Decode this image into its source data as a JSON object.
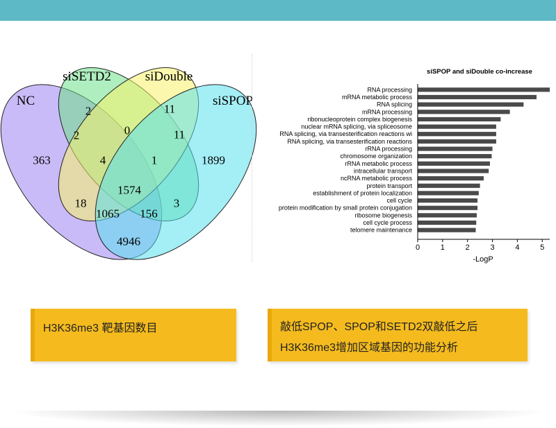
{
  "colors": {
    "top_bar": "#5db9c6",
    "caption_bg": "#f5bb1e",
    "caption_accent": "#e9a80d",
    "bar": "#4a4a4a"
  },
  "venn": {
    "sets": [
      {
        "name": "NC",
        "color": "#9d83f0"
      },
      {
        "name": "siSETD2",
        "color": "#6ee08a"
      },
      {
        "name": "siDouble",
        "color": "#f8f36a"
      },
      {
        "name": "siSPOP",
        "color": "#5ae0ee"
      }
    ],
    "regions": [
      {
        "sets": "NC",
        "value": "363"
      },
      {
        "sets": "siSETD2",
        "value": "2"
      },
      {
        "sets": "siDouble",
        "value": "11"
      },
      {
        "sets": "siSPOP",
        "value": "1899"
      },
      {
        "sets": "NC∩siSETD2",
        "value": "2"
      },
      {
        "sets": "siSETD2∩siDouble",
        "value": "0"
      },
      {
        "sets": "siDouble∩siSPOP",
        "value": "11"
      },
      {
        "sets": "NC∩siSETD2∩siDouble",
        "value": "4"
      },
      {
        "sets": "siSETD2∩siDouble∩siSPOP",
        "value": "1"
      },
      {
        "sets": "NC∩siSETD2∩siDouble∩siSPOP",
        "value": "1574"
      },
      {
        "sets": "NC∩siDouble",
        "value": "18"
      },
      {
        "sets": "siSETD2∩siSPOP",
        "value": "3"
      },
      {
        "sets": "NC∩siDouble∩siSPOP",
        "value": "1065"
      },
      {
        "sets": "NC∩siSETD2∩siSPOP",
        "value": "156"
      },
      {
        "sets": "NC∩siSPOP",
        "value": "4946"
      }
    ]
  },
  "chart_data": {
    "type": "bar",
    "orientation": "horizontal",
    "title": "siSPOP and siDouble co-increase",
    "xlabel": "-LogP",
    "ylabel": "",
    "xlim": [
      0,
      5.3
    ],
    "xticks": [
      0,
      1,
      2,
      3,
      4,
      5
    ],
    "grid": false,
    "categories": [
      "RNA processing",
      "mRNA metabolic process",
      "RNA splicing",
      "mRNA processing",
      "ribonucleoprotein complex biogenesis",
      "nuclear mRNA splicing, via spliceosome",
      "RNA splicing, via transesterification reactions wi",
      "RNA splicing, via transesterification reactions",
      "rRNA processing",
      "chromosome organization",
      "rRNA metabolic process",
      "intracellular transport",
      "ncRNA metabolic process",
      "protein transport",
      "establishment of protein localization",
      "cell cycle",
      "protein modification by small protein conjugation",
      "ribosome biogenesis",
      "cell cycle process",
      "telomere maintenance"
    ],
    "values": [
      5.3,
      4.77,
      4.25,
      3.7,
      3.33,
      3.15,
      3.15,
      3.15,
      3.0,
      2.97,
      2.9,
      2.85,
      2.65,
      2.5,
      2.45,
      2.4,
      2.4,
      2.37,
      2.35,
      2.33
    ]
  },
  "captions": {
    "left": "H3K36me3 靶基因数目",
    "right_line1": "敲低SPOP、SPOP和SETD2双敲低之后",
    "right_line2": "H3K36me3增加区域基因的功能分析"
  }
}
